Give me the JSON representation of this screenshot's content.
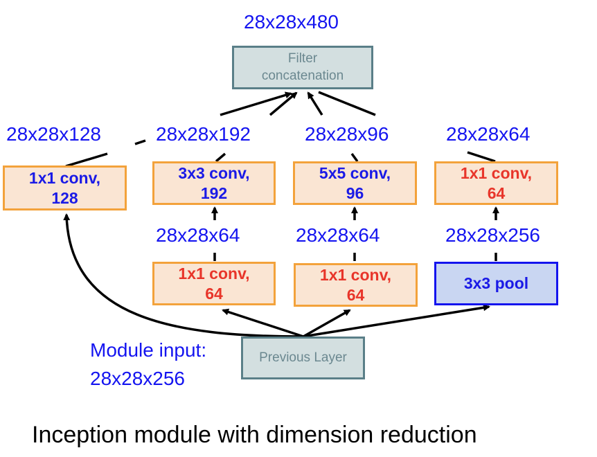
{
  "diagram": {
    "output_dim": "28x28x480",
    "filter_concat": {
      "line1": "Filter",
      "line2": "concatenation"
    },
    "branch_out_dims": [
      "28x28x128",
      "28x28x192",
      "28x28x96",
      "28x28x64"
    ],
    "top_boxes": [
      {
        "line1": "1x1 conv,",
        "line2": "128",
        "color": "#1a1ae6"
      },
      {
        "line1": "3x3 conv,",
        "line2": "192",
        "color": "#1a1ae6"
      },
      {
        "line1": "5x5 conv,",
        "line2": "96",
        "color": "#1a1ae6"
      },
      {
        "line1": "1x1 conv,",
        "line2": "64",
        "color": "#e8352a"
      }
    ],
    "mid_dims": [
      "28x28x64",
      "28x28x64",
      "28x28x256"
    ],
    "bottom_boxes": [
      {
        "line1": "1x1 conv,",
        "line2": "64",
        "color": "#e8352a"
      },
      {
        "line1": "1x1 conv,",
        "line2": "64",
        "color": "#e8352a"
      },
      {
        "label": "3x3 pool",
        "color": "#1a1ae6"
      }
    ],
    "previous_layer": "Previous Layer",
    "module_input_label": "Module input:",
    "module_input_dim": "28x28x256",
    "caption": "Inception module with dimension reduction",
    "colors": {
      "dimension_text": "#1414f0",
      "conv_fill": "#fae5d3",
      "conv_border": "#f3a23b",
      "pool_fill": "#c9d6f2",
      "pool_border": "#1414ee",
      "gray_fill": "#d3dfe0",
      "gray_border": "#5a7f88"
    }
  }
}
